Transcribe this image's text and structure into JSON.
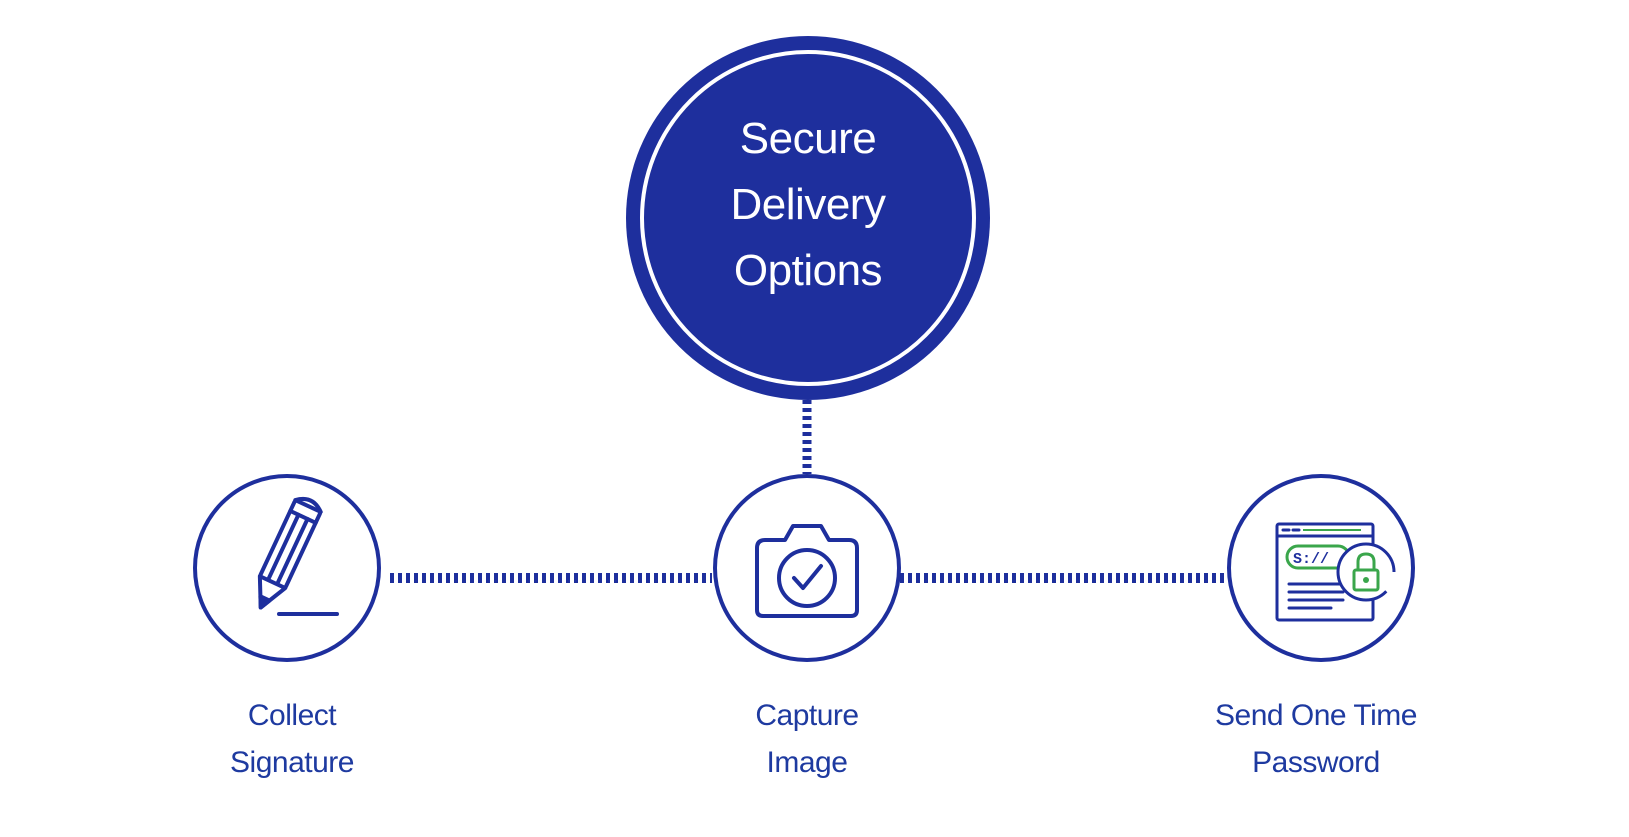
{
  "hub": {
    "lines": [
      "Secure",
      "Delivery",
      "Options"
    ]
  },
  "options": [
    {
      "lines": [
        "Collect",
        "Signature"
      ],
      "icon": "pencil-icon"
    },
    {
      "lines": [
        "Capture",
        "Image"
      ],
      "icon": "camera-check-icon"
    },
    {
      "lines": [
        "Send One Time",
        "Password"
      ],
      "icon": "secure-browser-lock-icon"
    }
  ],
  "colors": {
    "primary": "#1e2f9d",
    "label": "#1e3aa0",
    "accent_green": "#3aa64b",
    "background": "#ffffff"
  }
}
